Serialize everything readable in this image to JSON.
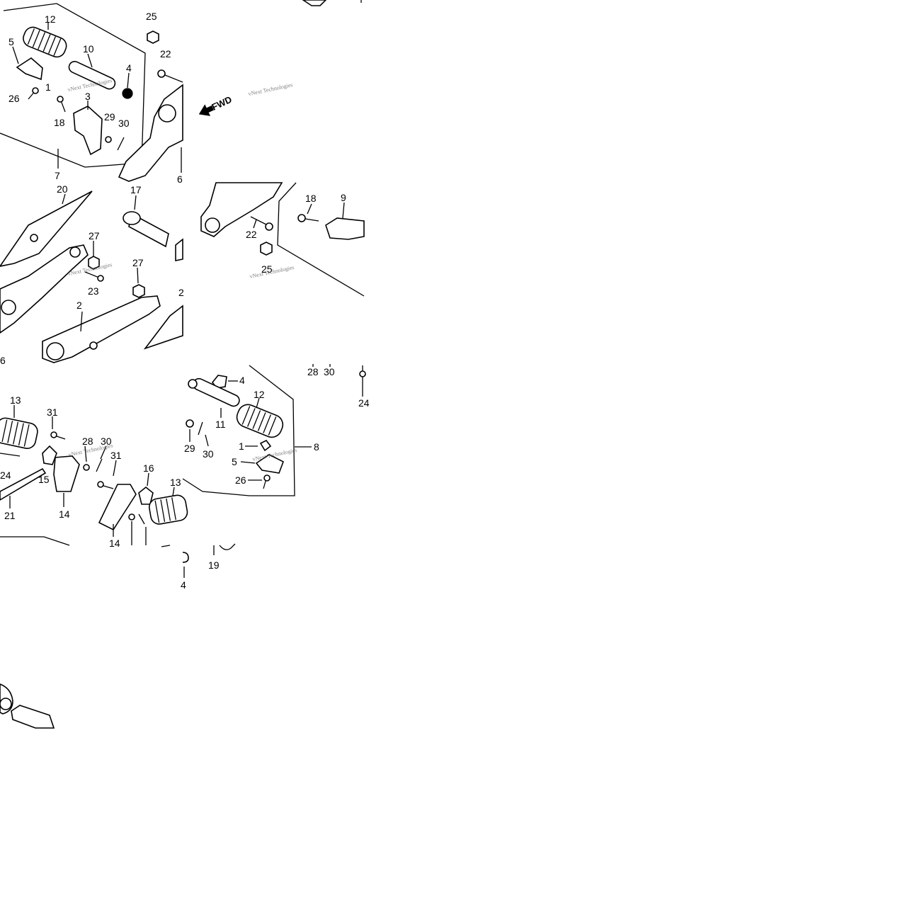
{
  "diagram": {
    "direction_label": "FWD",
    "watermark": "vNext Technologies",
    "part_labels": [
      "1",
      "2",
      "3",
      "4",
      "5",
      "6",
      "7",
      "8",
      "9",
      "10",
      "11",
      "12",
      "13",
      "14",
      "15",
      "16",
      "17",
      "18",
      "19",
      "20",
      "21",
      "22",
      "23",
      "24",
      "25",
      "26",
      "27",
      "28",
      "29",
      "30",
      "31"
    ]
  }
}
